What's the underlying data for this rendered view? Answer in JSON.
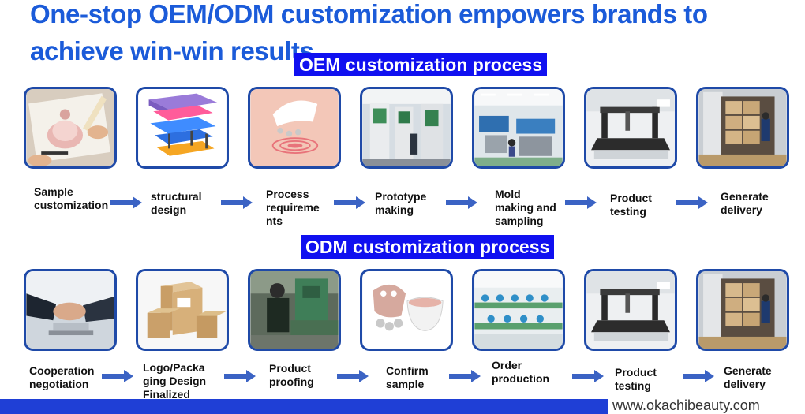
{
  "title": "One-stop OEM/ODM customization empowers brands to achieve win-win results",
  "oem": {
    "heading": "OEM customization process",
    "steps": [
      {
        "label": "Sample\ncustomization",
        "icon": "designer-sketch-icon"
      },
      {
        "label": "structural\ndesign",
        "icon": "mold-structure-icon"
      },
      {
        "label": "Process\nrequireme\nnts",
        "icon": "beauty-device-skin-icon"
      },
      {
        "label": "Prototype\nmaking",
        "icon": "cnc-machine-icon"
      },
      {
        "label": "Mold\nmaking and\nsampling",
        "icon": "factory-floor-icon"
      },
      {
        "label": "Product\ntesting",
        "icon": "measuring-machine-icon"
      },
      {
        "label": "Generate\ndelivery",
        "icon": "shipping-container-icon"
      }
    ]
  },
  "odm": {
    "heading": "ODM customization process",
    "steps": [
      {
        "label": "Cooperation\nnegotiation",
        "icon": "handshake-icon"
      },
      {
        "label": "Logo/Packa\nging Design\nFinalized",
        "icon": "packaging-boxes-icon"
      },
      {
        "label": "Product\nproofing",
        "icon": "machinist-icon"
      },
      {
        "label": "Confirm\nsample",
        "icon": "sample-device-icon"
      },
      {
        "label": "Order\nproduction",
        "icon": "assembly-line-icon"
      },
      {
        "label": "Product\ntesting",
        "icon": "measuring-machine-icon"
      },
      {
        "label": "Generate\ndelivery",
        "icon": "shipping-container-icon"
      }
    ]
  },
  "footer": {
    "website": "www.okachibeauty.com"
  },
  "colors": {
    "title": "#1b5bd9",
    "banner": "#1010f0",
    "arrow": "#3b63c4",
    "frame": "#1f4aa8",
    "footer_bar": "#1f3fd6"
  }
}
